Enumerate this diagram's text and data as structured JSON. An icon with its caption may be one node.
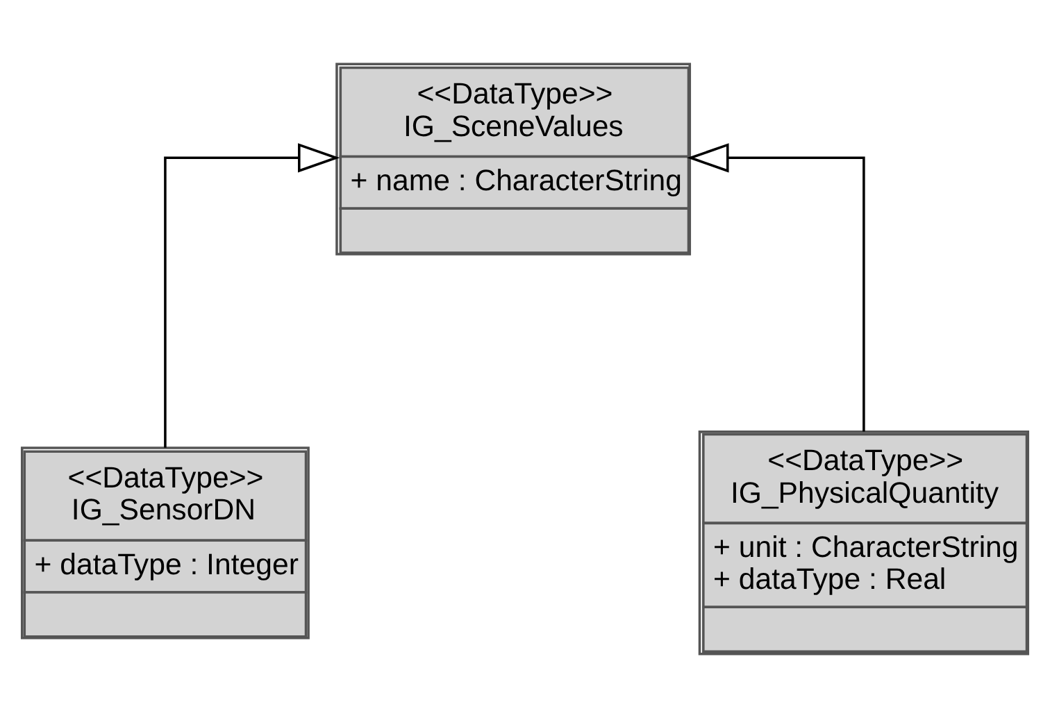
{
  "diagram": {
    "nodes": [
      {
        "text": [
          "<<DataType>>",
          "IG_SceneValues",
          "+ name : CharacterString"
        ]
      },
      {
        "text": [
          "<<DataType>>",
          "IG_SensorDN",
          "+ dataType : Integer"
        ]
      },
      {
        "text": [
          "<<DataType>>",
          "IG_PhysicalQuantity",
          "+ unit : CharacterString",
          "+ dataType : Real"
        ]
      }
    ],
    "edges": [
      {
        "from": 1,
        "to": 0,
        "arrow": "to"
      },
      {
        "from": 2,
        "to": 0,
        "arrow": "to"
      }
    ]
  }
}
